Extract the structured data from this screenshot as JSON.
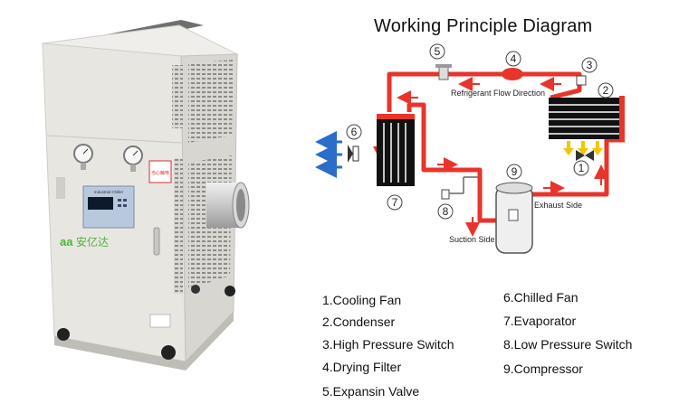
{
  "title": "Working Principle Diagram",
  "product": {
    "brand_text": "安亿达",
    "panel_text": "Industrial Chiller",
    "warning_label": "当心触电",
    "gauges": 2
  },
  "diagram": {
    "refrigerant_label": "Refrigerant Flow Direction",
    "exhaust_label": "Exhaust Side",
    "suction_label": "Suction Side",
    "numbers": [
      "1",
      "2",
      "3",
      "4",
      "5",
      "6",
      "7",
      "8",
      "9"
    ]
  },
  "legend": {
    "left": [
      "1.Cooling Fan",
      "2.Condenser",
      "3.High Pressure Switch",
      "4.Drying Filter",
      "5.Expansin Valve"
    ],
    "right": [
      "6.Chilled Fan",
      "7.Evaporator",
      "8.Low Pressure Switch",
      "9.Compressor"
    ]
  },
  "colors": {
    "pipe": "#e8342b",
    "arrow_blue": "#2a6ec9",
    "yellow": "#f5c400",
    "body": "#e8e6e1"
  }
}
